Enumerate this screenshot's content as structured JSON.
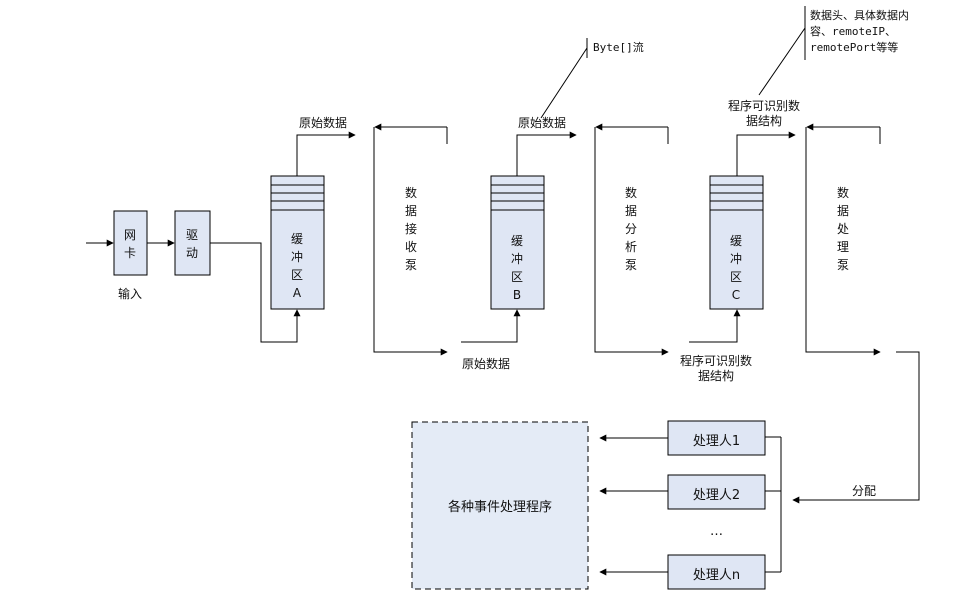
{
  "nodes": {
    "nic": "网卡",
    "driver": "驱动",
    "buffer_a": "缓冲区A",
    "buffer_b": "缓冲区B",
    "buffer_c": "缓冲区C",
    "recv_pump": "数据接收泵",
    "analyze_pump": "数据分析泵",
    "process_pump": "数据处理泵",
    "handler_1": "处理人1",
    "handler_2": "处理人2",
    "handler_ellipsis": "…",
    "handler_n": "处理人n",
    "event_handlers": "各种事件处理程序"
  },
  "labels": {
    "input": "输入",
    "raw_data_top_a": "原始数据",
    "raw_data_top_b": "原始数据",
    "raw_data_bottom": "原始数据",
    "recognizable_top": "程序可识别数\n据结构",
    "recognizable_bottom": "程序可识别数\n据结构",
    "dispatch": "分配"
  },
  "annotations": {
    "byte_stream": "Byte[]流",
    "data_content": "数据头、具体数据内\n容、remoteIP、\nremotePort等等"
  },
  "colors": {
    "box_fill": "#dfe6f4",
    "line": "#000000",
    "dashed_fill": "#e4ebf6"
  }
}
